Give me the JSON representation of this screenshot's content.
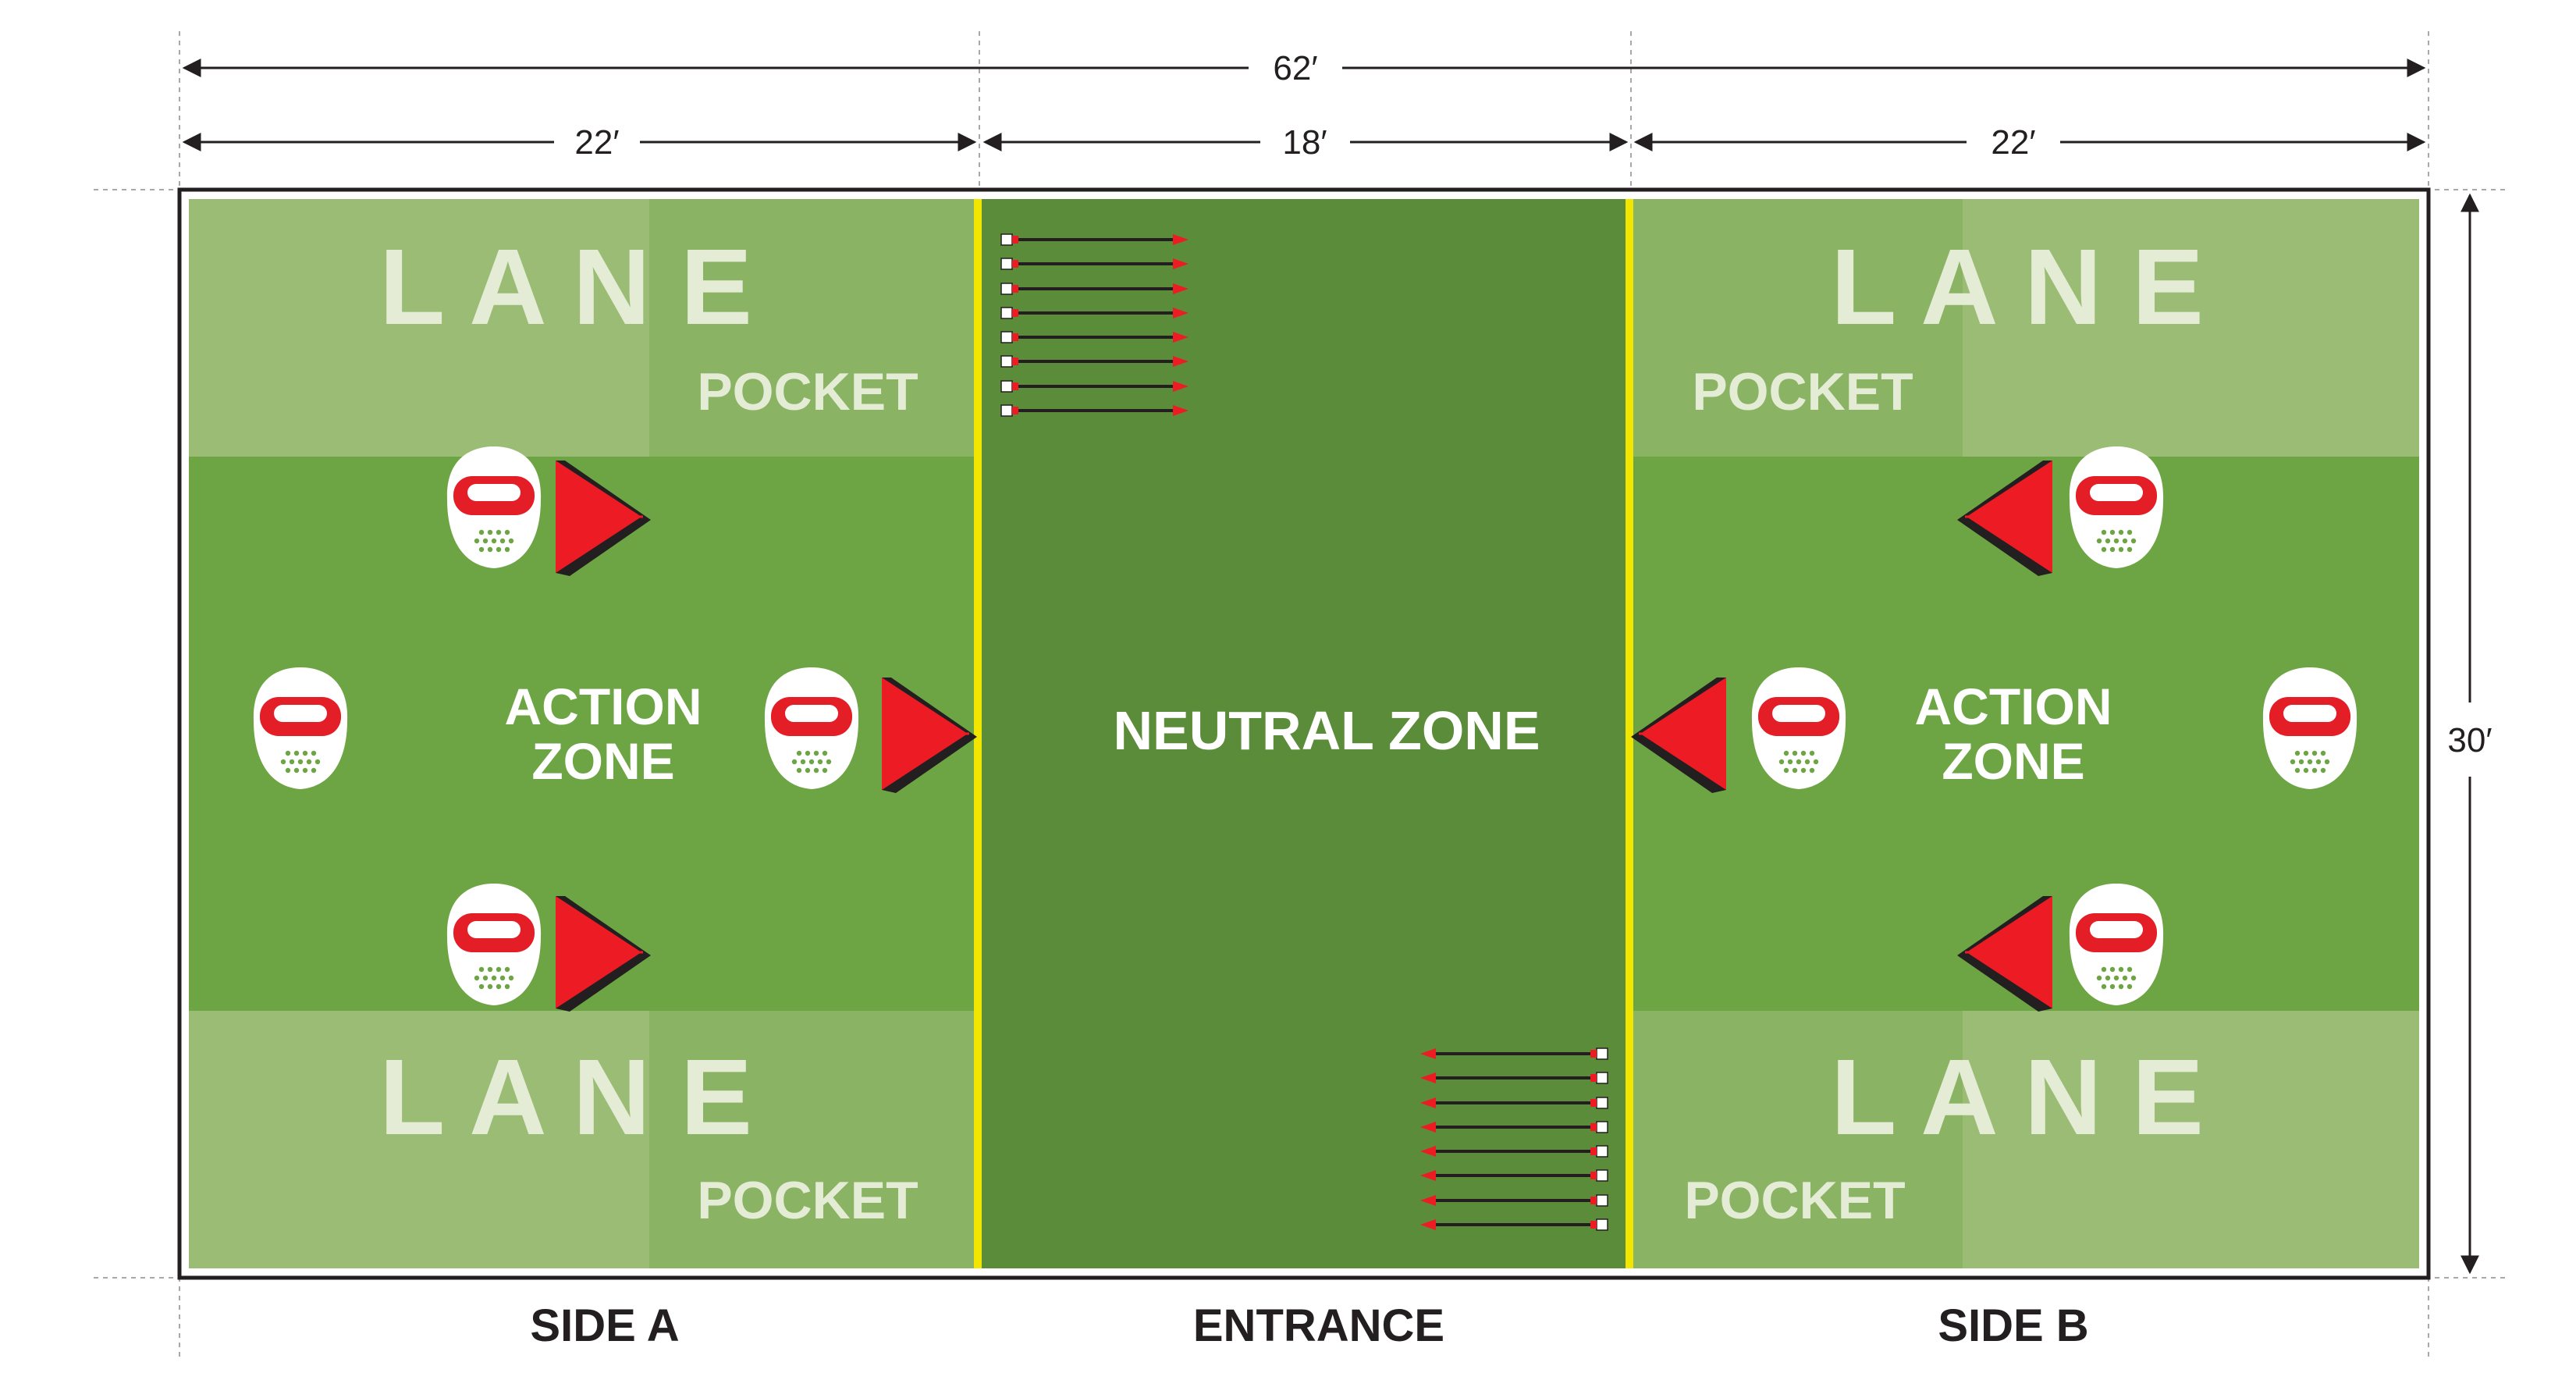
{
  "dimensions": {
    "total_width": "62′",
    "side_a_width": "22′",
    "entrance_width": "18′",
    "side_b_width": "22′",
    "height": "30′"
  },
  "zones": {
    "lane": "L A N E",
    "pocket": "POCKET",
    "action_zone_line1": "ACTION",
    "action_zone_line2": "ZONE",
    "neutral_zone": "NEUTRAL ZONE"
  },
  "bottom_labels": {
    "side_a": "SIDE A",
    "entrance": "ENTRANCE",
    "side_b": "SIDE B"
  },
  "colors": {
    "lane_light": "#9bbc74",
    "pocket": "#8ab364",
    "action_zone": "#6ea544",
    "neutral_zone": "#5b8c3a",
    "divider_line": "#f2e600",
    "mask_red": "#e41e26",
    "bunker_red": "#ed1c24",
    "outline": "#231f20"
  },
  "icons": {
    "player": "paintball-mask-icon",
    "bunker": "triangle-bunker-icon",
    "marker": "arrow-marker-icon"
  }
}
